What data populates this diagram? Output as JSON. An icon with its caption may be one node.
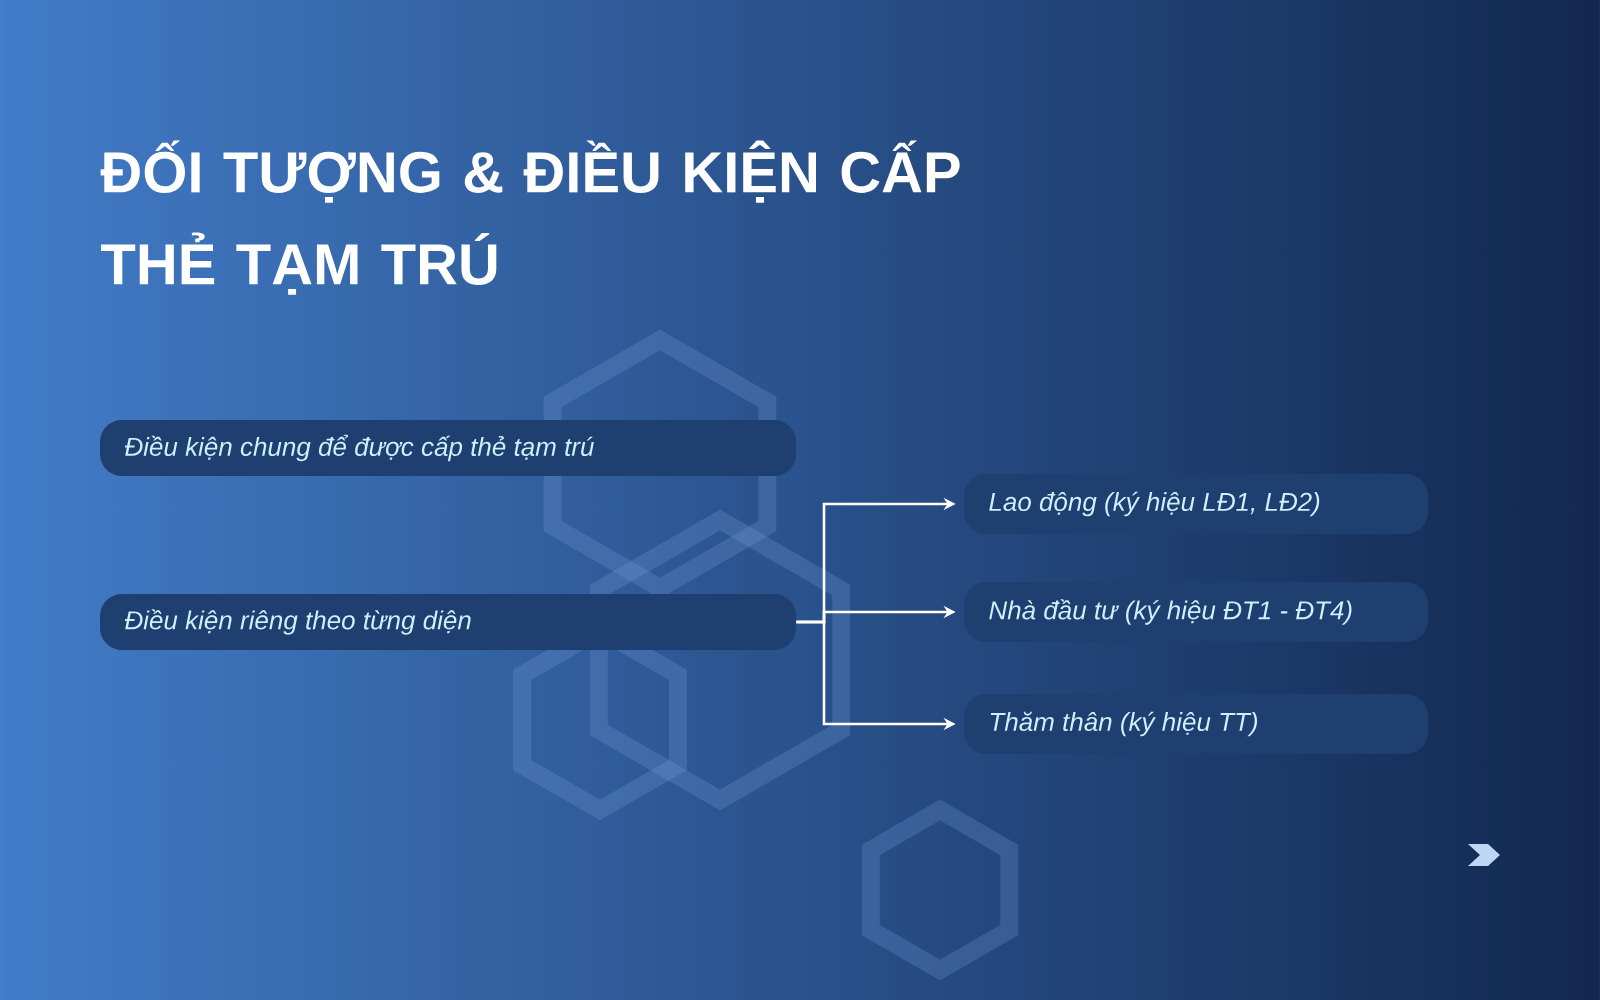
{
  "diagram": {
    "title": "ĐỐI TƯỢNG & ĐIỀU KIỆN CẤP THẺ TẠM TRÚ",
    "nodes": [
      {
        "text": [
          "Điều kiện chung để được cấp thẻ tạm trú"
        ]
      },
      {
        "text": [
          "Điều kiện riêng theo từng diện"
        ]
      },
      {
        "text": [
          "Lao động (ký hiệu LĐ1, LĐ2)"
        ]
      },
      {
        "text": [
          "Nhà đầu tư (ký hiệu ĐT1 - ĐT4)"
        ]
      },
      {
        "text": [
          "Thăm thân (ký hiệu TT)"
        ]
      }
    ],
    "edges": [
      {
        "from": 1,
        "to": 2,
        "arrow": "to"
      },
      {
        "from": 1,
        "to": 3,
        "arrow": "to"
      },
      {
        "from": 1,
        "to": 4,
        "arrow": "to"
      }
    ]
  }
}
